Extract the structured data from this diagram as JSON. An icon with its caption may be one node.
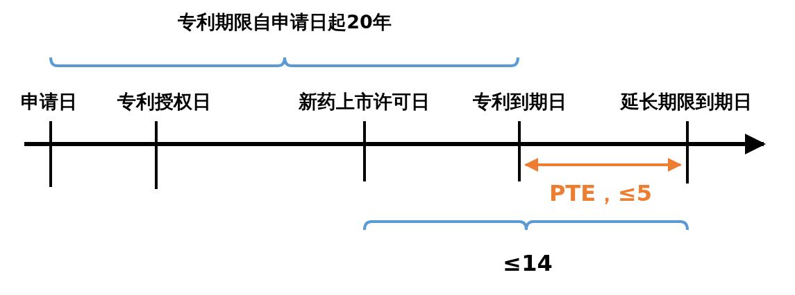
{
  "diagram": {
    "labels": [
      "专利期限自申请日起20年",
      "申请日",
      "专利授权日",
      "新药上市许可日",
      "专利到期日",
      "延长期限到期日",
      "PTE，≤5",
      "≤14"
    ]
  }
}
